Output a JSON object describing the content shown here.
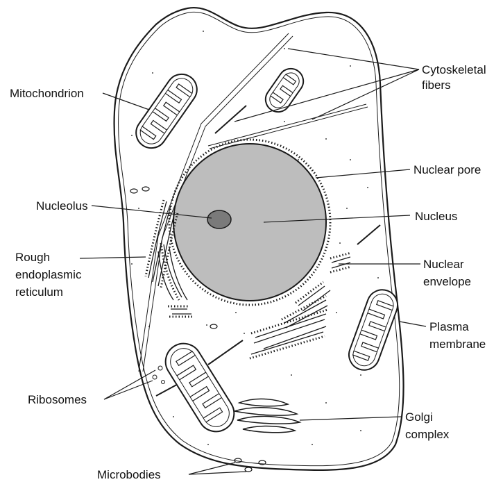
{
  "colors": {
    "background": "#ffffff",
    "outline": "#1a1a1a",
    "nucleus_fill": "#bdbdbd",
    "nucleolus_fill": "#7a7a7a",
    "organelle_fill": "#ffffff"
  },
  "labels": {
    "cytoskeletal_fibers_line1": "Cytoskeletal",
    "cytoskeletal_fibers_line2": "fibers",
    "mitochondrion": "Mitochondrion",
    "nuclear_pore": "Nuclear pore",
    "nucleolus": "Nucleolus",
    "nucleus": "Nucleus",
    "rough_er_line1": "Rough",
    "rough_er_line2": "endoplasmic",
    "rough_er_line3": "reticulum",
    "nuclear_envelope_line1": "Nuclear",
    "nuclear_envelope_line2": "envelope",
    "plasma_membrane_line1": "Plasma",
    "plasma_membrane_line2": "membrane",
    "ribosomes": "Ribosomes",
    "golgi_line1": "Golgi",
    "golgi_line2": "complex",
    "microbodies": "Microbodies"
  }
}
